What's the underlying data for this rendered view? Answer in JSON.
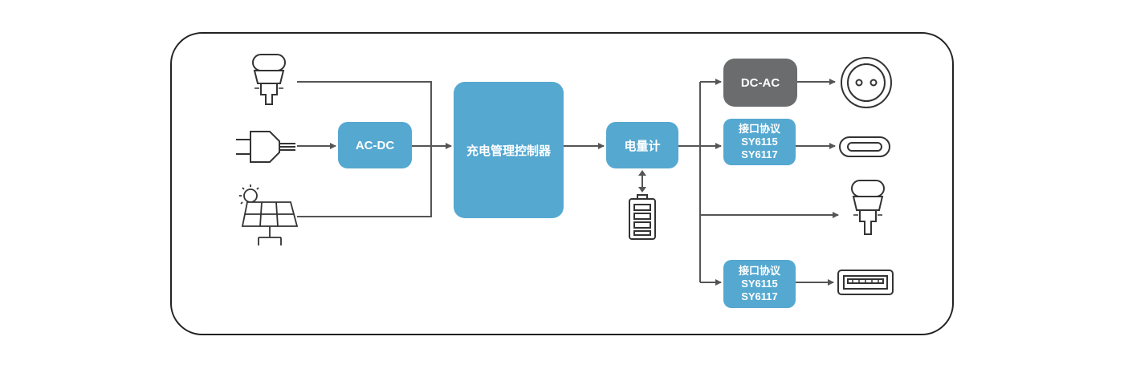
{
  "diagram": {
    "nodes": {
      "ac_dc": "AC-DC",
      "charge_controller": "充电管理控制器",
      "fuel_gauge": "电量计",
      "dc_ac": "DC-AC",
      "protocol_1": {
        "title": "接口协议",
        "line1": "SY6115",
        "line2": "SY6117"
      },
      "protocol_2": {
        "title": "接口协议",
        "line1": "SY6115",
        "line2": "SY6117"
      }
    },
    "inputs": [
      "car-charger-icon",
      "ac-plug-icon",
      "solar-panel-icon"
    ],
    "outputs": [
      "ac-socket-icon",
      "usb-c-port-icon",
      "car-charger-icon",
      "usb-a-port-icon"
    ],
    "colors": {
      "blue": "#55a8d0",
      "gray": "#6b6c6e",
      "line": "#555555"
    }
  }
}
